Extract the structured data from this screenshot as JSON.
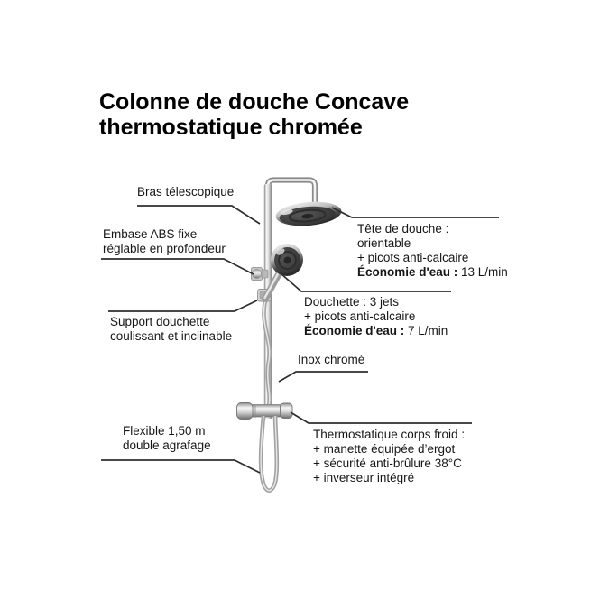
{
  "title": {
    "line1": "Colonne de douche Concave",
    "line2": "thermostatique chromée"
  },
  "colors": {
    "background": "#ffffff",
    "text": "#161616",
    "leader_line": "#2e2e2e",
    "chrome_light": "#f7f7f7",
    "chrome_dark": "#6e6e6e",
    "shower_face_dark": "#3b3b3b"
  },
  "callouts": {
    "bras": {
      "lines": [
        "Bras télescopique"
      ]
    },
    "embase": {
      "lines": [
        "Embase ABS fixe",
        "réglable en profondeur"
      ]
    },
    "support": {
      "lines": [
        "Support douchette",
        "coulissant et inclinable"
      ]
    },
    "flexible": {
      "lines": [
        "Flexible 1,50 m",
        "double agrafage"
      ]
    },
    "tete": {
      "lines": [
        "Tête de douche :",
        "orientable",
        "+ picots anti-calcaire"
      ],
      "eco_label": "Économie d'eau :",
      "eco_value": " 13 L/min"
    },
    "douchette": {
      "lines": [
        "Douchette : 3 jets",
        "+ picots anti-calcaire"
      ],
      "eco_label": "Économie d'eau :",
      "eco_value": " 7 L/min"
    },
    "inox": {
      "lines": [
        "Inox chromé"
      ]
    },
    "thermo": {
      "lines": [
        "Thermostatique corps froid :",
        "+ manette équipée d’ergot",
        "+ sécurité anti-brûlure 38°C",
        "+ inverseur intégré"
      ]
    }
  }
}
